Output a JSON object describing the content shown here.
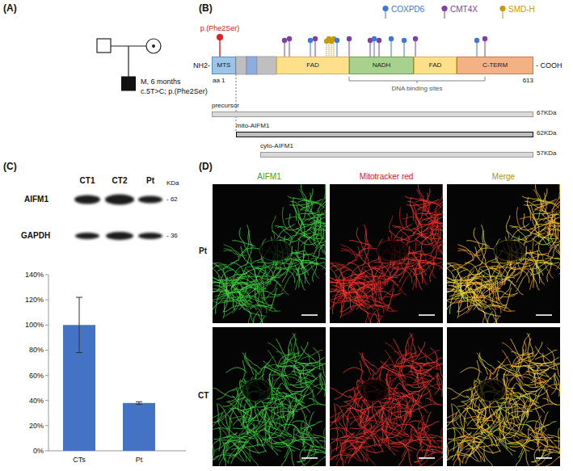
{
  "diagram": {
    "nodes": [
      {
        "text": [
          "MTS"
        ]
      },
      {
        "text": [
          "FAD"
        ]
      },
      {
        "text": [
          "NADH"
        ]
      },
      {
        "text": [
          "FAD"
        ]
      },
      {
        "text": [
          "C-TERM"
        ]
      },
      {
        "text": [
          "precursor",
          "67KDa"
        ]
      },
      {
        "text": [
          "mito-AIFM1",
          "62KDa"
        ]
      },
      {
        "text": [
          "cyto-AIFM1",
          "57KDa"
        ]
      }
    ],
    "labels": [
      "(A)",
      "M, 6 months",
      "c.5T>C; p.(Phe2Ser)",
      "(B)",
      "p.(Phe2Ser)",
      "NH2-",
      "- COOH",
      "aa 1",
      "613",
      "DNA binding sites",
      "(C)",
      "CT1",
      "CT2",
      "Pt",
      "KDa",
      "AIFM1",
      "- 62",
      "GAPDH",
      "- 36",
      "140%",
      "120%",
      "100%",
      "80%",
      "60%",
      "40%",
      "20%",
      "0%",
      "CTs",
      "Pt",
      "(D)",
      "AIFM1",
      "Mitotracker red",
      "Merge",
      "Pt",
      "CT"
    ],
    "legend": [
      {
        "text": "COXPD6",
        "color": "#3b78d8"
      },
      {
        "text": "CMT4X",
        "color": "#7e3fa8"
      },
      {
        "text": "SMD-H",
        "color": "#c99a06"
      }
    ]
  }
}
